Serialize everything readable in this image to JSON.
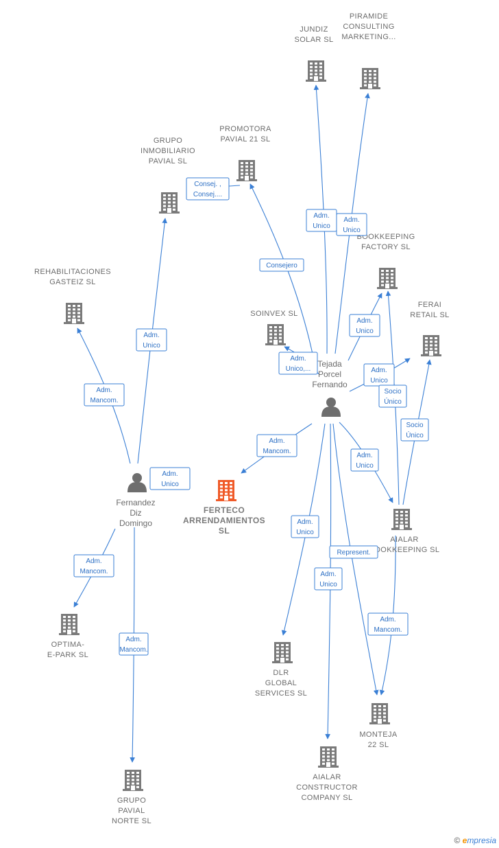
{
  "colors": {
    "edge": "#3a7fd5",
    "company_icon": "#7a7a7a",
    "focus_icon": "#f05a28",
    "person_icon": "#6e6e6e"
  },
  "companies": [
    {
      "id": "jundiz",
      "lines": [
        "JUNDIZ",
        "SOLAR SL"
      ],
      "focus": false
    },
    {
      "id": "piramide",
      "lines": [
        "PIRAMIDE",
        "CONSULTING",
        "MARKETING..."
      ],
      "focus": false
    },
    {
      "id": "promotora",
      "lines": [
        "PROMOTORA",
        "PAVIAL 21  SL"
      ],
      "focus": false
    },
    {
      "id": "grupo_inmob",
      "lines": [
        "GRUPO",
        "INMOBILIARIO",
        "PAVIAL  SL"
      ],
      "focus": false
    },
    {
      "id": "bookkeeping",
      "lines": [
        "BOOKKEEPING",
        "FACTORY SL"
      ],
      "focus": false
    },
    {
      "id": "rehab",
      "lines": [
        "REHABILITACIONES",
        "GASTEIZ  SL"
      ],
      "focus": false
    },
    {
      "id": "soinvex",
      "lines": [
        "SOINVEX SL"
      ],
      "focus": false
    },
    {
      "id": "ferai",
      "lines": [
        "FERAI",
        "RETAIL  SL"
      ],
      "focus": false
    },
    {
      "id": "ferteco",
      "lines": [
        "FERTECO",
        "ARRENDAMIENTOS",
        "SL"
      ],
      "focus": true
    },
    {
      "id": "aialar_bk",
      "lines": [
        "AIALAR",
        "BOOKKEEPING SL"
      ],
      "focus": false
    },
    {
      "id": "optima",
      "lines": [
        "OPTIMA-",
        "E-PARK  SL"
      ],
      "focus": false
    },
    {
      "id": "dlr",
      "lines": [
        "DLR",
        "GLOBAL",
        "SERVICES  SL"
      ],
      "focus": false
    },
    {
      "id": "monteja",
      "lines": [
        "MONTEJA",
        "22  SL"
      ],
      "focus": false
    },
    {
      "id": "aialar_cc",
      "lines": [
        "AIALAR",
        "CONSTRUCTOR",
        "COMPANY  SL"
      ],
      "focus": false
    },
    {
      "id": "grupo_norte",
      "lines": [
        "GRUPO",
        "PAVIAL",
        "NORTE  SL"
      ],
      "focus": false
    }
  ],
  "persons": [
    {
      "id": "tejada",
      "lines": [
        "Tejada",
        "Porcel",
        "Fernando"
      ]
    },
    {
      "id": "fernandez",
      "lines": [
        "Fernandez",
        "Diz",
        "Domingo"
      ]
    }
  ],
  "edges": [
    {
      "id": "e1",
      "lines": [
        "Adm.",
        "Unico"
      ]
    },
    {
      "id": "e2",
      "lines": [
        "Adm.",
        "Unico"
      ]
    },
    {
      "id": "e3",
      "lines": [
        "Consejero"
      ]
    },
    {
      "id": "e4",
      "lines": [
        "Consej. ,",
        "Consej...."
      ]
    },
    {
      "id": "e5",
      "lines": [
        "Adm.",
        "Unico"
      ]
    },
    {
      "id": "e6",
      "lines": [
        "Adm.",
        "Unico,..."
      ]
    },
    {
      "id": "e7",
      "lines": [
        "Adm.",
        "Unico"
      ]
    },
    {
      "id": "e8",
      "lines": [
        "Socio",
        "Único"
      ]
    },
    {
      "id": "e9",
      "lines": [
        "Socio",
        "Único"
      ]
    },
    {
      "id": "e10",
      "lines": [
        "Adm.",
        "Mancom."
      ]
    },
    {
      "id": "e11",
      "lines": [
        "Adm.",
        "Unico"
      ]
    },
    {
      "id": "e12",
      "lines": [
        "Adm.",
        "Unico"
      ]
    },
    {
      "id": "e13",
      "lines": [
        "Represent."
      ]
    },
    {
      "id": "e14",
      "lines": [
        "Adm.",
        "Unico"
      ]
    },
    {
      "id": "e15",
      "lines": [
        "Adm.",
        "Mancom."
      ]
    },
    {
      "id": "e16",
      "lines": [
        "Adm.",
        "Mancom."
      ]
    },
    {
      "id": "e17",
      "lines": [
        "Adm.",
        "Unico"
      ]
    },
    {
      "id": "e18",
      "lines": [
        "Adm.",
        "Mancom."
      ]
    },
    {
      "id": "e19",
      "lines": [
        "Adm.",
        "Mancom."
      ]
    },
    {
      "id": "e20",
      "lines": [
        "Adm.",
        "Unico"
      ]
    }
  ],
  "watermark": {
    "copyright": "©",
    "brand_e": "e",
    "brand_rest": "mpresia"
  }
}
